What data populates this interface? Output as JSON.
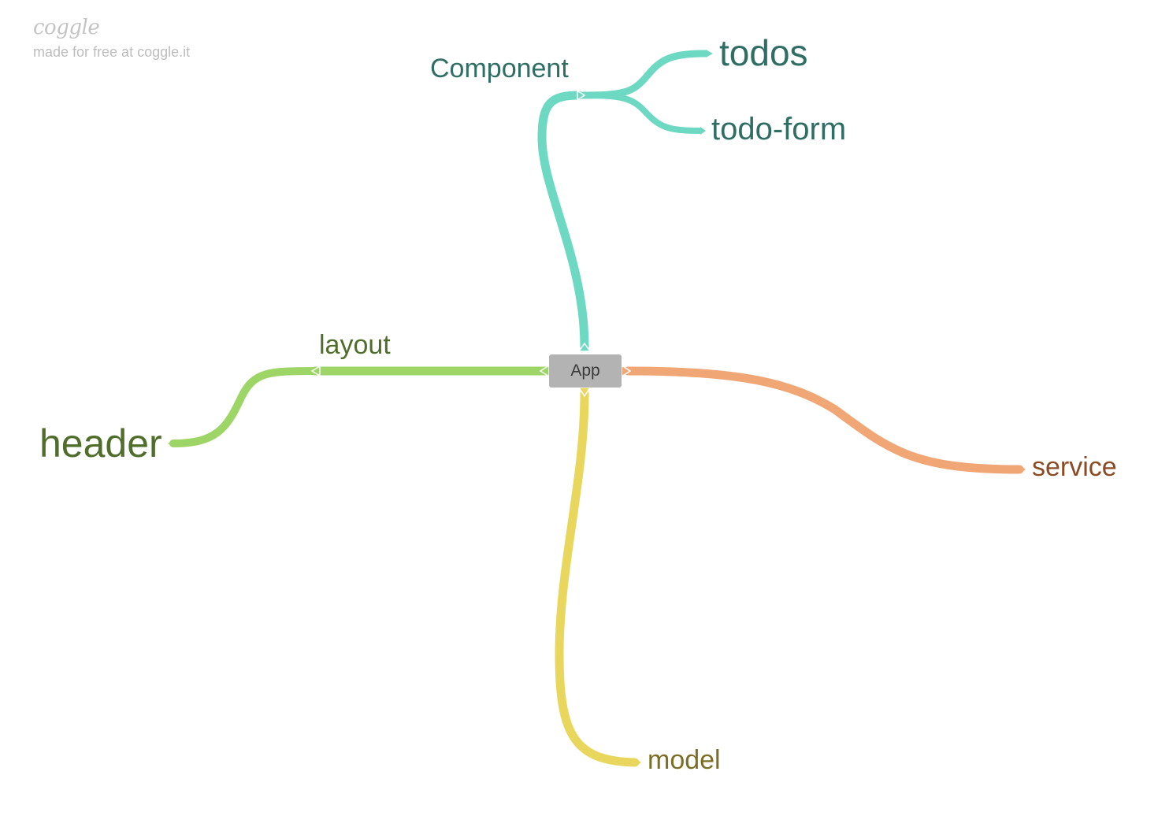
{
  "watermark": {
    "logo": "coggle",
    "tagline": "made for free at coggle.it"
  },
  "mindmap": {
    "root": "App",
    "branches": [
      {
        "label": "Component",
        "color": "#6dd9c2",
        "text_color": "#2f6e63",
        "children": [
          "todos",
          "todo-form"
        ]
      },
      {
        "label": "layout",
        "color": "#9dd667",
        "text_color": "#4f6e2c",
        "children": [
          "header"
        ]
      },
      {
        "label": "service",
        "color": "#f0a775",
        "text_color": "#8b4b24",
        "children": []
      },
      {
        "label": "model",
        "color": "#e8d75c",
        "text_color": "#7d6e25",
        "children": []
      }
    ]
  }
}
